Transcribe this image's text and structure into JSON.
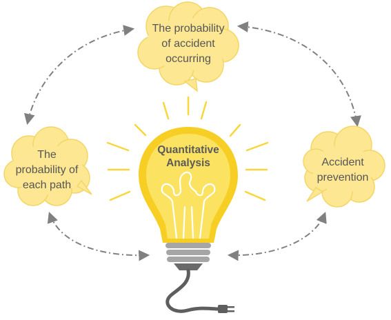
{
  "colors": {
    "bubble_fill": "#fde792",
    "bubble_stroke": "#f3d666",
    "bulb_outer": "#f7cf24",
    "bulb_inner": "#fbe260",
    "filament": "#ffffff",
    "rays": "#f8d63c",
    "arrows": "#808080",
    "base_gray": "#a6a6a6",
    "cord": "#5e5e5e"
  },
  "icons": {
    "center": "light-bulb-icon",
    "bubbles": "thought-bubble-icon",
    "connectors": "dash-dot-curved-arrows"
  },
  "center": {
    "lines": [
      "Quantitative",
      "Analysis"
    ]
  },
  "bubbles": {
    "top": {
      "lines": [
        "The probability",
        "of accident",
        "occurring"
      ]
    },
    "left": {
      "lines": [
        "The",
        "probability of",
        "each path"
      ]
    },
    "right": {
      "lines": [
        "Accident",
        "prevention"
      ]
    }
  }
}
